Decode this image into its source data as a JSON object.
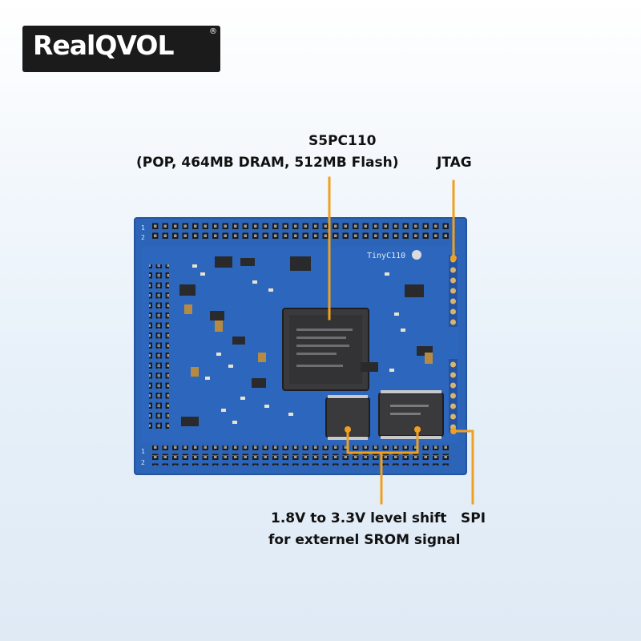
{
  "logo": {
    "brand": "RealQVOL",
    "registered_mark": "®"
  },
  "board": {
    "silkscreen": "TinyC110"
  },
  "callouts": {
    "soc_name": "S5PC110",
    "soc_details": "(POP, 464MB DRAM, 512MB Flash)",
    "jtag": "JTAG",
    "level_shift_line1": "1.8V to 3.3V level shift",
    "level_shift_line2": "for externel SROM signal",
    "spi": "SPI"
  },
  "colors": {
    "board_blue": "#2c64b8",
    "callout_orange": "#f0a020",
    "logo_bg": "#1b1b1b"
  }
}
